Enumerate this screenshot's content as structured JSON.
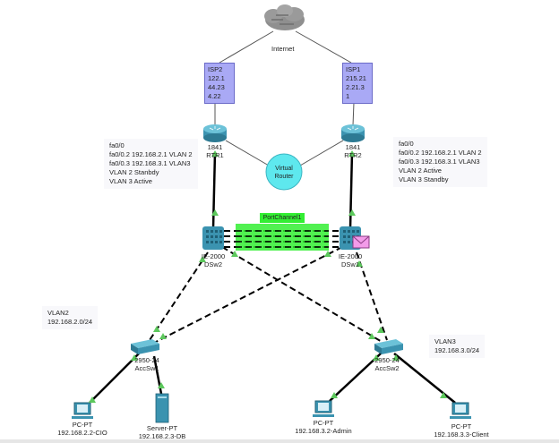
{
  "internet": {
    "label": "Internet",
    "icon": "cloud-icon"
  },
  "isp2": {
    "lines": [
      "ISP2",
      "122.1",
      "44.23",
      "4.22"
    ]
  },
  "isp1": {
    "lines": [
      "ISP1",
      "215.21",
      "2.21.3",
      "1"
    ]
  },
  "rtr1": {
    "model": "1841",
    "name": "RTR1"
  },
  "rtr2": {
    "model": "1841",
    "name": "RTR2"
  },
  "virtual_router": {
    "line1": "Virtual",
    "line2": "Router"
  },
  "rtr1_note": {
    "lines": [
      "fa0/0",
      "fa0/0.2 192.168.2.1 VLAN 2",
      "fa0/0.3 192.168.3.1 VLAN3",
      "VLAN 2 Stanbdy",
      "VLAN 3 Active"
    ]
  },
  "rtr2_note": {
    "lines": [
      "fa0/0",
      "fa0/0.2 192.168.2.1 VLAN 2",
      "fa0/0.3 192.168.3.1 VLAN3",
      "VLAN 2 Active",
      "VLAN 3 Standby"
    ]
  },
  "portchannel": {
    "label": "PortChannel1"
  },
  "dsw2": {
    "model": "IE-2000",
    "name": "DSw2"
  },
  "dsw1": {
    "model": "IE-2000",
    "name": "DSw1"
  },
  "accsw1": {
    "model": "2950-24",
    "name": "AccSw1"
  },
  "accsw2": {
    "model": "2950-24",
    "name": "AccSw2"
  },
  "vlan2_note": {
    "lines": [
      "VLAN2",
      "192.168.2.0/24"
    ]
  },
  "vlan3_note": {
    "lines": [
      "VLAN3",
      "192.168.3.0/24"
    ]
  },
  "pc_cio": {
    "type": "PC-PT",
    "name": "192.168.2.2-CIO"
  },
  "server_db": {
    "type": "Server-PT",
    "name": "192.168.2.3-DB"
  },
  "pc_admin": {
    "type": "PC-PT",
    "name": "192.168.3.2-Admin"
  },
  "pc_client": {
    "type": "PC-PT",
    "name": "192.168.3.3-Client"
  },
  "colors": {
    "link_status": "#5cc85c",
    "portchannel": "#33ee33",
    "isp_box": "#a9a9f5",
    "virtual_router": "#5ee8ee",
    "device": "#3b93b0"
  }
}
